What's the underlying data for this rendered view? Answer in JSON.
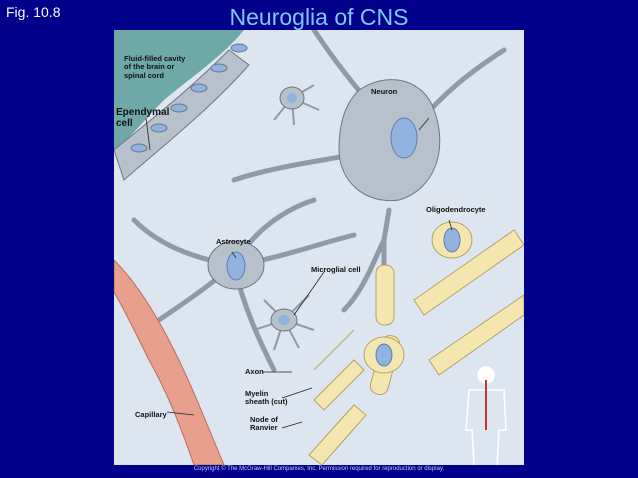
{
  "header": {
    "fig_label": "Fig. 10.8",
    "title": "Neuroglia of CNS"
  },
  "labels": {
    "fluid_cavity": "Fluid-filled cavity\nof the brain or\nspinal cord",
    "ependymal": "Ependymal\ncell",
    "neuron": "Neuron",
    "oligodendrocyte": "Oligodendrocyte",
    "astrocyte": "Astrocyte",
    "microglial": "Microglial cell",
    "axon": "Axon",
    "myelin": "Myelin\nsheath (cut)",
    "capillary": "Capillary",
    "node": "Node of\nRanvier"
  },
  "footer": {
    "copyright": "Copyright © The McGraw-Hill Companies, Inc. Permission required for reproduction or display."
  },
  "colors": {
    "background": "#00008b",
    "title": "#7ec8ff",
    "figure_bg": "#dde6f0",
    "cavity": "#6fa8a8",
    "cell_gray": "#8e9aa8",
    "nucleus": "#8fb2de",
    "myelin": "#f5e6b0",
    "capillary": "#e8a08c"
  }
}
